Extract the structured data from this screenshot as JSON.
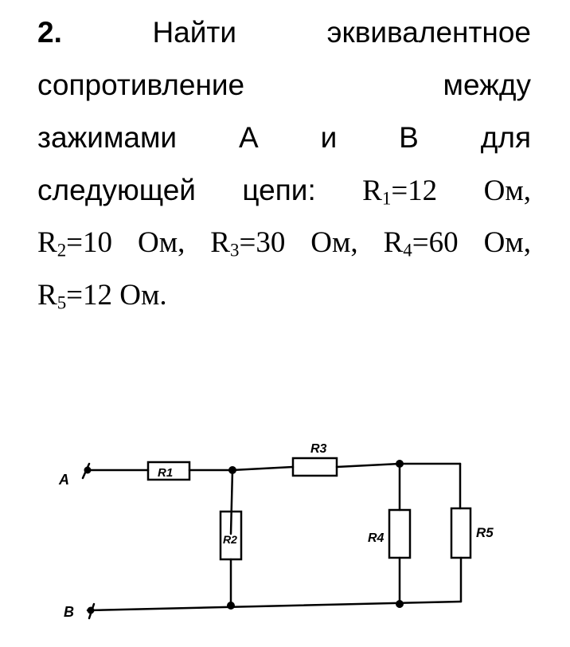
{
  "problem": {
    "number": "2.",
    "line1": [
      "Найти",
      "эквивалентное"
    ],
    "line2": [
      "сопротивление",
      "между"
    ],
    "line3": [
      "зажимами",
      "А",
      "и",
      "В",
      "для"
    ],
    "line4_words": [
      "следующей",
      "цепи:"
    ],
    "values": {
      "r1": {
        "name": "R",
        "sub": "1",
        "value": "=12",
        "unit": "Ом,"
      },
      "r2": {
        "name": "R",
        "sub": "2",
        "value": "=10",
        "unit": "Ом,"
      },
      "r3": {
        "name": "R",
        "sub": "3",
        "value": "=30",
        "unit": "Ом,"
      },
      "r4": {
        "name": "R",
        "sub": "4",
        "value": "=60",
        "unit": "Ом,"
      },
      "r5": {
        "name": "R",
        "sub": "5",
        "value": "=12 Ом."
      }
    }
  },
  "circuit": {
    "terminal_a": "A",
    "terminal_b": "B",
    "labels": {
      "r1": "R1",
      "r2": "R2",
      "r3": "R3",
      "r4": "R4",
      "r5": "R5"
    }
  }
}
